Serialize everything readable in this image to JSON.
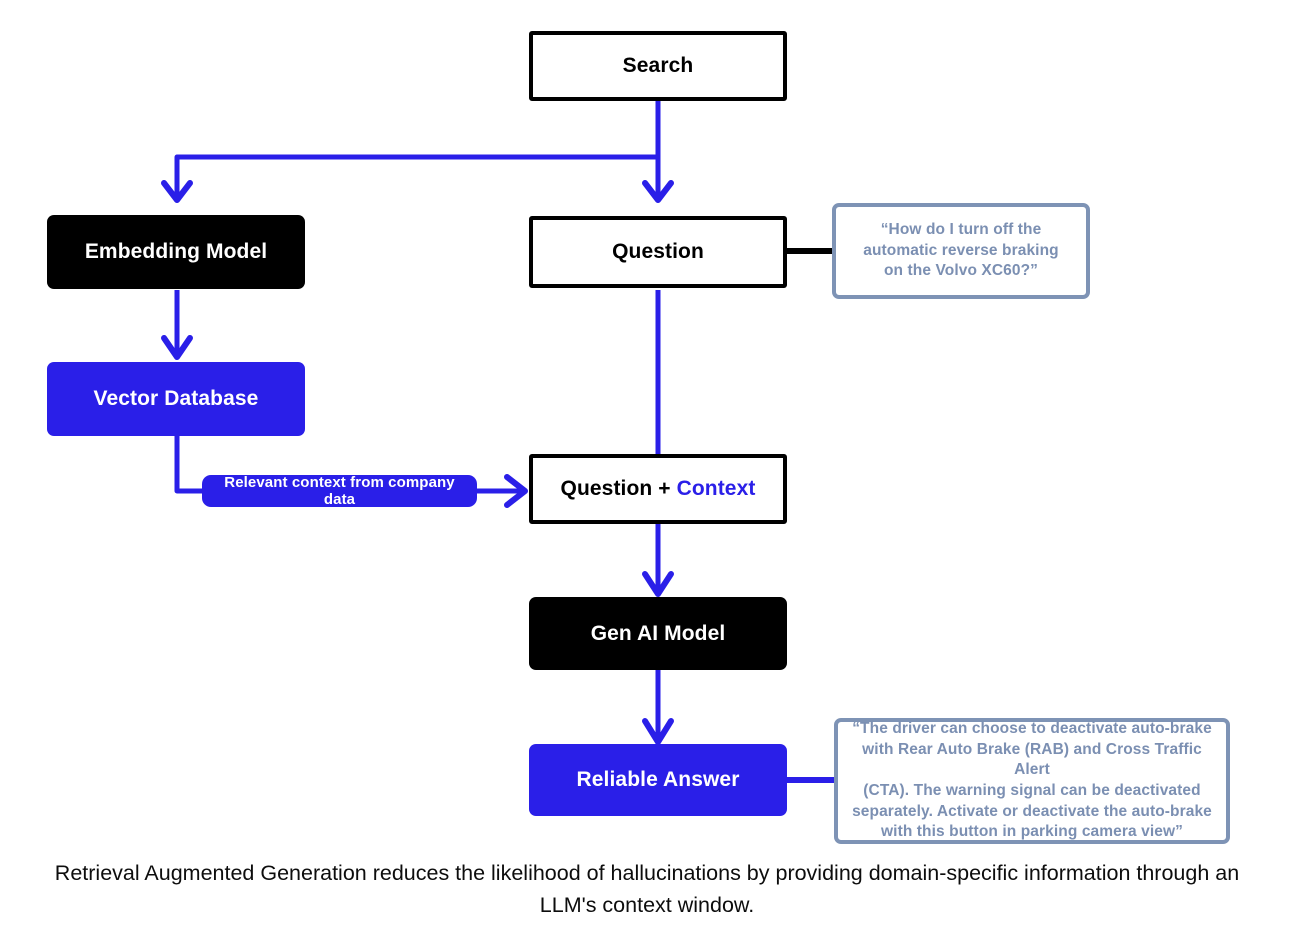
{
  "diagram": {
    "title": "Retrieval Augmented Generation flow",
    "colors": {
      "blue": "#2A1FE8",
      "black": "#000000",
      "callout_border": "#7E93B5",
      "callout_text": "#7B8FB2",
      "background": "#FFFFFF"
    },
    "nodes": {
      "search": {
        "label": "Search",
        "style": "outline"
      },
      "embedding_model": {
        "label": "Embedding Model",
        "style": "black"
      },
      "vector_database": {
        "label": "Vector Database",
        "style": "blue"
      },
      "question": {
        "label": "Question",
        "style": "outline"
      },
      "context_pill": {
        "label": "Relevant context from company data",
        "style": "pill"
      },
      "question_plus_context": {
        "label": "Question + Context",
        "label_part_plain": "Question + ",
        "label_part_accent": "Context",
        "style": "outline"
      },
      "gen_ai_model": {
        "label": "Gen AI Model",
        "style": "black"
      },
      "reliable_answer": {
        "label": "Reliable Answer",
        "style": "blue"
      },
      "question_callout": {
        "label": "“How do I turn off the automatic reverse braking on the Volvo XC60?”",
        "lines": [
          "“How do I turn off the",
          "automatic reverse braking",
          "on the Volvo XC60?”"
        ],
        "style": "callout"
      },
      "answer_callout": {
        "label": "“The driver can choose to deactivate auto-brake with Rear Auto Brake (RAB) and Cross Traffic Alert (CTA). The warning signal can be deactivated separately. Activate or deactivate the auto-brake with this button in parking camera view”",
        "lines": [
          "“The driver can choose to deactivate auto-brake",
          "with Rear Auto Brake (RAB) and Cross Traffic Alert",
          "(CTA). The warning signal can be deactivated",
          "separately. Activate or deactivate the auto-brake",
          "with this button in parking camera view”"
        ],
        "style": "callout"
      }
    },
    "edges": [
      {
        "from": "search",
        "to": "question",
        "color": "#2A1FE8",
        "arrow": true
      },
      {
        "from": "search",
        "to": "embedding_model",
        "color": "#2A1FE8",
        "arrow": true
      },
      {
        "from": "embedding_model",
        "to": "vector_database",
        "color": "#2A1FE8",
        "arrow": true
      },
      {
        "from": "vector_database",
        "to": "context_pill",
        "color": "#2A1FE8",
        "arrow": false
      },
      {
        "from": "context_pill",
        "to": "question_plus_context",
        "color": "#2A1FE8",
        "arrow": true
      },
      {
        "from": "question",
        "to": "question_plus_context",
        "color": "#2A1FE8",
        "arrow": false
      },
      {
        "from": "question",
        "to": "question_callout",
        "color": "#000000",
        "arrow": false
      },
      {
        "from": "question_plus_context",
        "to": "gen_ai_model",
        "color": "#2A1FE8",
        "arrow": true
      },
      {
        "from": "gen_ai_model",
        "to": "reliable_answer",
        "color": "#2A1FE8",
        "arrow": true
      },
      {
        "from": "reliable_answer",
        "to": "answer_callout",
        "color": "#2A1FE8",
        "arrow": false
      }
    ],
    "caption": "Retrieval Augmented Generation reduces the likelihood of hallucinations by providing domain-specific information through an LLM's context window."
  }
}
